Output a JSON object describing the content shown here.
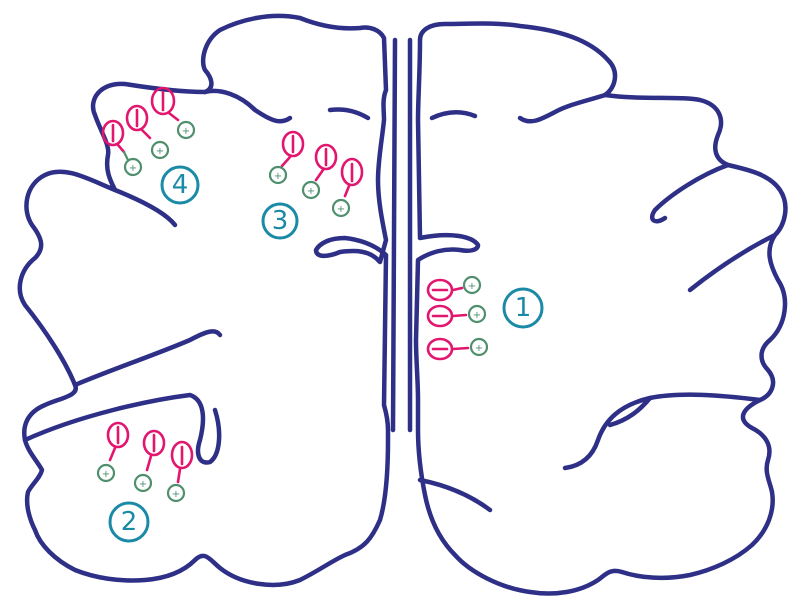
{
  "colors": {
    "outline": "#2e2f86",
    "negative": "#e2166e",
    "positive": "#4f8f6e",
    "label": "#1a8aa6"
  },
  "labels": {
    "group1": "1",
    "group2": "2",
    "group3": "3",
    "group4": "4"
  },
  "dipole_groups": [
    {
      "label": "1",
      "count": 3,
      "orientation": "horizontal"
    },
    {
      "label": "2",
      "count": 3,
      "orientation": "vertical-down"
    },
    {
      "label": "3",
      "count": 3,
      "orientation": "vertical-down"
    },
    {
      "label": "4",
      "count": 3,
      "orientation": "diagonal-down"
    }
  ]
}
